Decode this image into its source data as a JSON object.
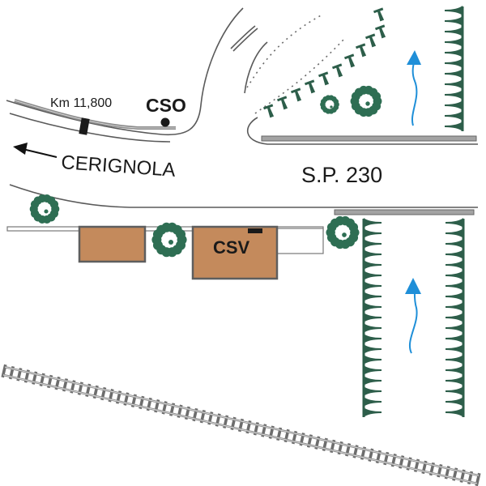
{
  "labels": {
    "km_marker": "Km 11,800",
    "cso": "CSO",
    "cerignola": "CERIGNOLA",
    "road_name": "S.P. 230",
    "csv": "CSV"
  },
  "icons": {
    "direction_arrow": "arrow-left-icon",
    "traffic_flow": "curved-arrow-up-icon",
    "tree": "bush-icon",
    "hedge": "hedge-row-icon",
    "rail": "railway-track-icon"
  },
  "colors": {
    "road_line": "#5a5a5a",
    "curb": "#a3a3a3",
    "building": "#c48a5c",
    "vegetation": "#2e6e53",
    "flow_arrow": "#1f8fd8",
    "rail": "#6d6d6d"
  }
}
